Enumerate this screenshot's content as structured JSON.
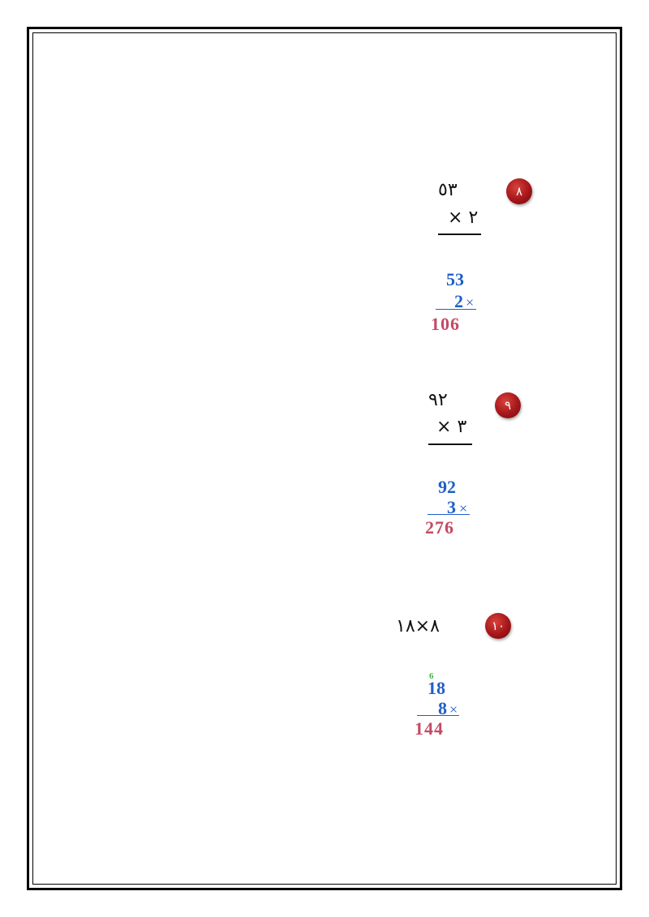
{
  "problems": [
    {
      "badge": "٨",
      "question_top": "٥٣",
      "question_bottom": "٢ ×",
      "answer_top": "53",
      "answer_multiplier": "2",
      "answer_times": "×",
      "answer_result": "106"
    },
    {
      "badge": "٩",
      "question_top": "٩٢",
      "question_bottom": "٣ ×",
      "answer_top": "92",
      "answer_multiplier": "3",
      "answer_times": "×",
      "answer_result": "276"
    },
    {
      "badge": "١٠",
      "question_inline": "٨×١٨",
      "carry": "6",
      "answer_top": "18",
      "answer_multiplier": "8",
      "answer_times": "×",
      "answer_result": "144"
    }
  ],
  "colors": {
    "answer_operand": "#1f5fc6",
    "answer_result": "#c44a66",
    "carry": "#3fb63f",
    "badge": "#a5161a"
  }
}
